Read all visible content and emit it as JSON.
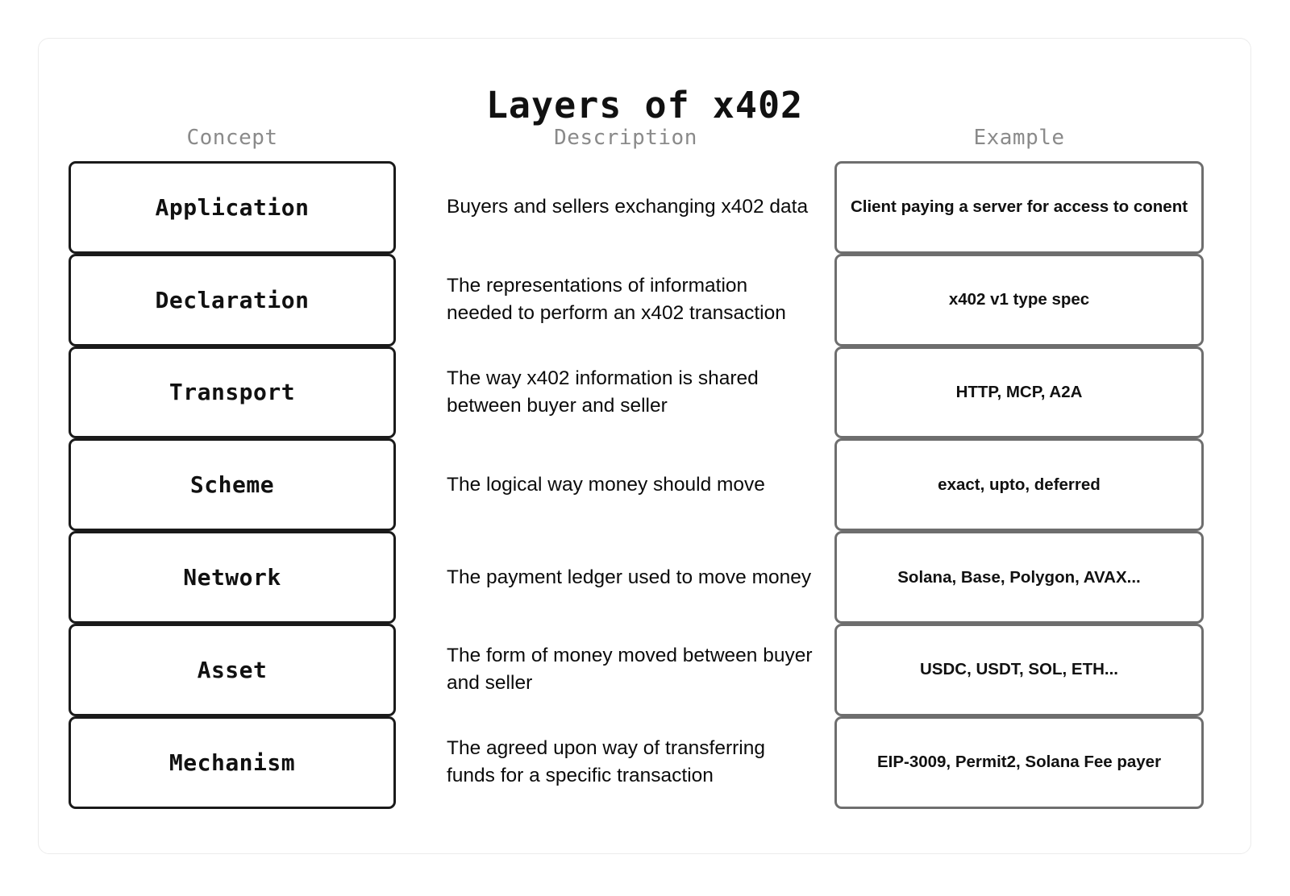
{
  "card": {
    "title": "Layers of x402"
  },
  "columns": {
    "concept_header": "Concept",
    "description_header": "Description",
    "example_header": "Example"
  },
  "rows": [
    {
      "concept": "Application",
      "description": "Buyers and sellers exchanging x402 data",
      "example": "Client paying a server for access to conent"
    },
    {
      "concept": "Declaration",
      "description": "The representations of information needed to perform an x402 transaction",
      "example": "x402 v1 type spec"
    },
    {
      "concept": "Transport",
      "description": "The way x402 information is shared between buyer and seller",
      "example": "HTTP, MCP, A2A"
    },
    {
      "concept": "Scheme",
      "description": "The logical way money should move",
      "example": "exact, upto, deferred"
    },
    {
      "concept": "Network",
      "description": "The payment ledger used to move money",
      "example": "Solana, Base, Polygon, AVAX..."
    },
    {
      "concept": "Asset",
      "description": "The form of money moved between buyer and seller",
      "example": "USDC, USDT, SOL, ETH..."
    },
    {
      "concept": "Mechanism",
      "description": "The agreed upon way of transferring funds for a specific transaction",
      "example": "EIP-3009, Permit2, Solana Fee payer"
    }
  ],
  "colors": {
    "concept_border": "#1a1a1a",
    "example_border": "#6e6e6e",
    "card_border": "#ececec",
    "header_text": "#8a8a8a",
    "body_text": "#0b0b0b",
    "background": "#ffffff"
  }
}
